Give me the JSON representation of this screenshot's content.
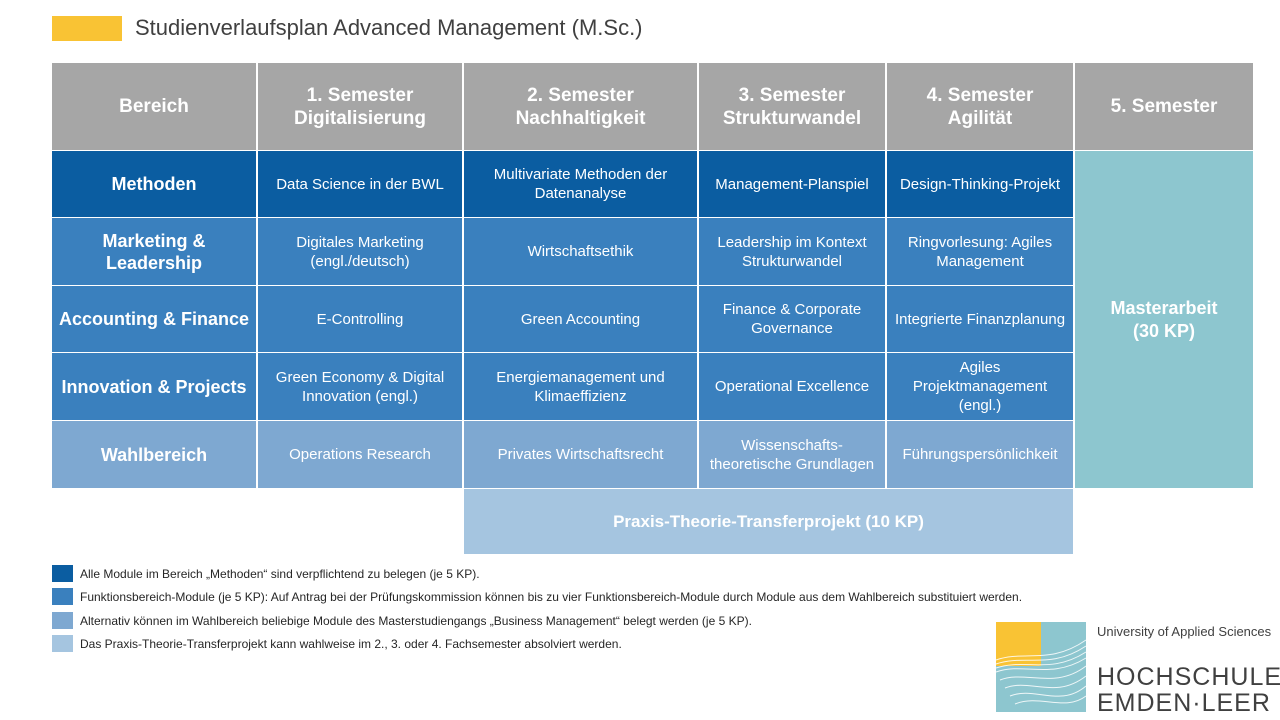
{
  "title": "Studienverlaufsplan Advanced Management (M.Sc.)",
  "colors": {
    "accent": "#F9C334",
    "header": "#A6A6A6",
    "methoden": "#0B5DA1",
    "funktion": "#3A80BE",
    "wahl": "#7EA8D1",
    "praxis": "#A5C5E0",
    "master": "#8DC6CF"
  },
  "header": {
    "bereich": "Bereich",
    "sem1": "1.   Semester Digitalisierung",
    "sem2": "2. Semester Nachhaltigkeit",
    "sem3": "3. Semester Strukturwandel",
    "sem4": "4. Semester Agilität",
    "sem5": "5. Semester"
  },
  "rows": [
    {
      "label": "Methoden",
      "c1": "Data Science in der BWL",
      "c2": "Multivariate Methoden der Datenanalyse",
      "c3": "Management-Planspiel",
      "c4": "Design-Thinking-Projekt"
    },
    {
      "label": "Marketing & Leadership",
      "c1": "Digitales Marketing (engl./deutsch)",
      "c2": "Wirtschaftsethik",
      "c3": "Leadership im Kontext Strukturwandel",
      "c4": "Ringvorlesung:  Agiles Management"
    },
    {
      "label": "Accounting & Finance",
      "c1": "E-Controlling",
      "c2": "Green Accounting",
      "c3": "Finance & Corporate Governance",
      "c4": "Integrierte Finanzplanung"
    },
    {
      "label": "Innovation & Projects",
      "c1": "Green Economy & Digital Innovation  (engl.)",
      "c2": "Energiemanagement und Klimaeffizienz",
      "c3": "Operational Excellence",
      "c4": "Agiles Projektmanagement (engl.)"
    },
    {
      "label": "Wahlbereich",
      "c1": "Operations Research",
      "c2": "Privates Wirtschaftsrecht",
      "c3": "Wissenschafts-theoretische Grundlagen",
      "c4": "Führungspersönlichkeit"
    }
  ],
  "masterarbeit": "Masterarbeit (30 KP)",
  "praxis": "Praxis-Theorie-Transferprojekt (10 KP)",
  "legend": [
    {
      "text": "Alle Module im Bereich „Methoden“ sind verpflichtend zu belegen (je 5 KP).",
      "color": "#0B5DA1"
    },
    {
      "text": "Funktionsbereich-Module (je 5 KP): Auf Antrag bei der Prüfungskommission können bis zu vier Funktionsbereich-Module durch Module aus dem Wahlbereich substituiert werden.",
      "color": "#3A80BE"
    },
    {
      "text": "Alternativ können im Wahlbereich beliebige Module des Masterstudiengangs „Business Management“ belegt werden (je 5 KP).",
      "color": "#7EA8D1"
    },
    {
      "text": "Das Praxis-Theorie-Transferprojekt kann wahlweise im 2., 3. oder 4. Fachsemester absolviert werden.",
      "color": "#A5C5E0"
    }
  ],
  "logo": {
    "line1": "University of Applied Sciences",
    "line2": "HOCHSCHULE",
    "line3": "EMDEN·LEER",
    "icon": "hochschule-emden-leer-logo-icon"
  }
}
